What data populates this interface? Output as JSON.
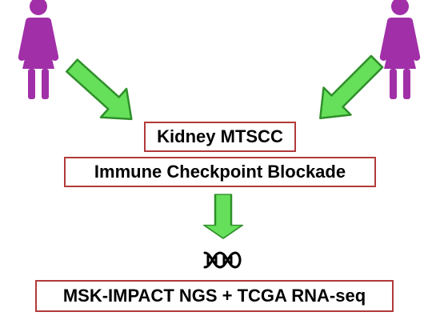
{
  "colors": {
    "figure": "#a12fa8",
    "arrow_fill": "#66e05a",
    "arrow_stroke": "#2f8f2a",
    "box_border": "#b23a3a",
    "text": "#000000"
  },
  "icons": {
    "left_figure": "female-person-icon",
    "right_figure": "female-person-icon",
    "dna": "dna-helix-icon"
  },
  "boxes": {
    "disease": "Kidney MTSCC",
    "treatment": "Immune Checkpoint Blockade",
    "analysis": "MSK-IMPACT NGS + TCGA RNA-seq"
  }
}
